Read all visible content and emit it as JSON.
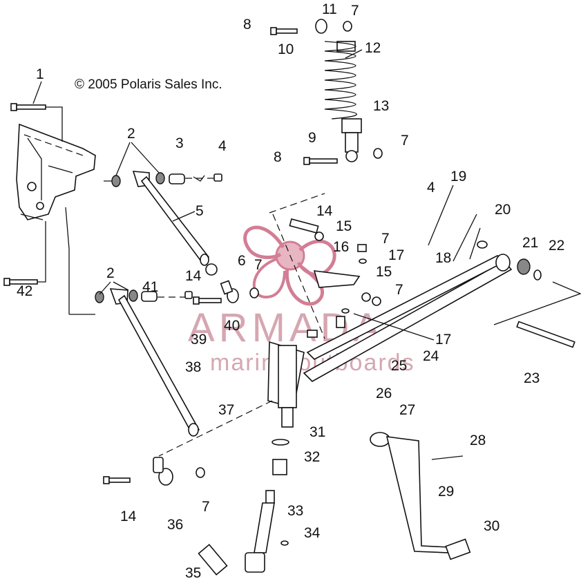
{
  "copyright": "© 2005 Polaris Sales Inc.",
  "watermark": {
    "brand": "ARMADA",
    "tagline": "marine outboards",
    "color": "#c78a98"
  },
  "callouts": {
    "c1": "1",
    "c2a": "2",
    "c2b": "2",
    "c3": "3",
    "c4a": "4",
    "c4b": "4",
    "c5": "5",
    "c6": "6",
    "c7a": "7",
    "c7b": "7",
    "c7c": "7",
    "c7d": "7",
    "c7e": "7",
    "c7f": "7",
    "c8a": "8",
    "c8b": "8",
    "c9": "9",
    "c10": "10",
    "c11": "11",
    "c12": "12",
    "c13": "13",
    "c14a": "14",
    "c14b": "14",
    "c14c": "14",
    "c15a": "15",
    "c15b": "15",
    "c16": "16",
    "c17a": "17",
    "c17b": "17",
    "c18": "18",
    "c19": "19",
    "c20": "20",
    "c21": "21",
    "c22": "22",
    "c23": "23",
    "c24": "24",
    "c25": "25",
    "c26": "26",
    "c27": "27",
    "c28": "28",
    "c29": "29",
    "c30": "30",
    "c31": "31",
    "c32": "32",
    "c33": "33",
    "c34": "34",
    "c35": "35",
    "c36": "36",
    "c37": "37",
    "c38": "38",
    "c39": "39",
    "c40": "40",
    "c41": "41",
    "c42": "42"
  }
}
